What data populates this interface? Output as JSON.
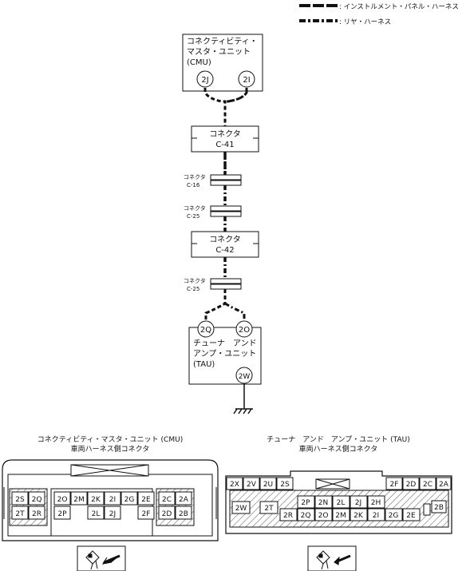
{
  "legend": {
    "instrument_panel_harness": ": インストルメント・パネル・ハーネス",
    "rear_harness": ": リヤ・ハーネス"
  },
  "cmu_box": {
    "line1": "コネクティビティ・",
    "line2": "マスタ・ユニット",
    "line3": "(CMU)",
    "pin_left": "2J",
    "pin_right": "2I"
  },
  "connector_c41": {
    "line1": "コネクタ",
    "line2": "C-41"
  },
  "connector_c16": {
    "line1": "コネクタ",
    "line2": "C-16"
  },
  "connector_c25a": {
    "line1": "コネクタ",
    "line2": "C-25"
  },
  "connector_c42": {
    "line1": "コネクタ",
    "line2": "C-42"
  },
  "connector_c25b": {
    "line1": "コネクタ",
    "line2": "C-25"
  },
  "tau_box": {
    "pin_left": "2Q",
    "pin_right": "2O",
    "line1": "チューナ　アンド",
    "line2": "アンプ・ユニット",
    "line3": "(TAU)",
    "pin_ground": "2W"
  },
  "cmu_connector": {
    "title_line1": "コネクティビティ・マスタ・ユニット (CMU)",
    "title_line2": "車両ハーネス側コネクタ",
    "pins": {
      "s1": "2S",
      "s2": "2Q",
      "s3": "2T",
      "s4": "2R",
      "m1": "2O",
      "m2": "2M",
      "m3": "2K",
      "m4": "2I",
      "m5": "2G",
      "m6": "2E",
      "b1": "2P",
      "b2": "2L",
      "b3": "2J",
      "b4": "2F",
      "r1": "2C",
      "r2": "2A",
      "r3": "2D",
      "r4": "2B"
    }
  },
  "tau_connector": {
    "title_line1": "チューナ　アンド　アンプ・ユニット (TAU)",
    "title_line2": "車両ハーネス側コネクタ",
    "pins": {
      "t1": "2X",
      "t2": "2V",
      "t3": "2U",
      "t4": "2S",
      "t5": "2F",
      "t6": "2D",
      "t7": "2C",
      "t8": "2A",
      "w": "2W",
      "tt": "2T",
      "u1": "2P",
      "u2": "2N",
      "u3": "2L",
      "u4": "2J",
      "u5": "2H",
      "l1": "2R",
      "l2": "2Q",
      "l3": "2O",
      "l4": "2M",
      "l5": "2K",
      "l6": "2I",
      "l7": "2G",
      "l8": "2E",
      "bb": "2B"
    }
  }
}
